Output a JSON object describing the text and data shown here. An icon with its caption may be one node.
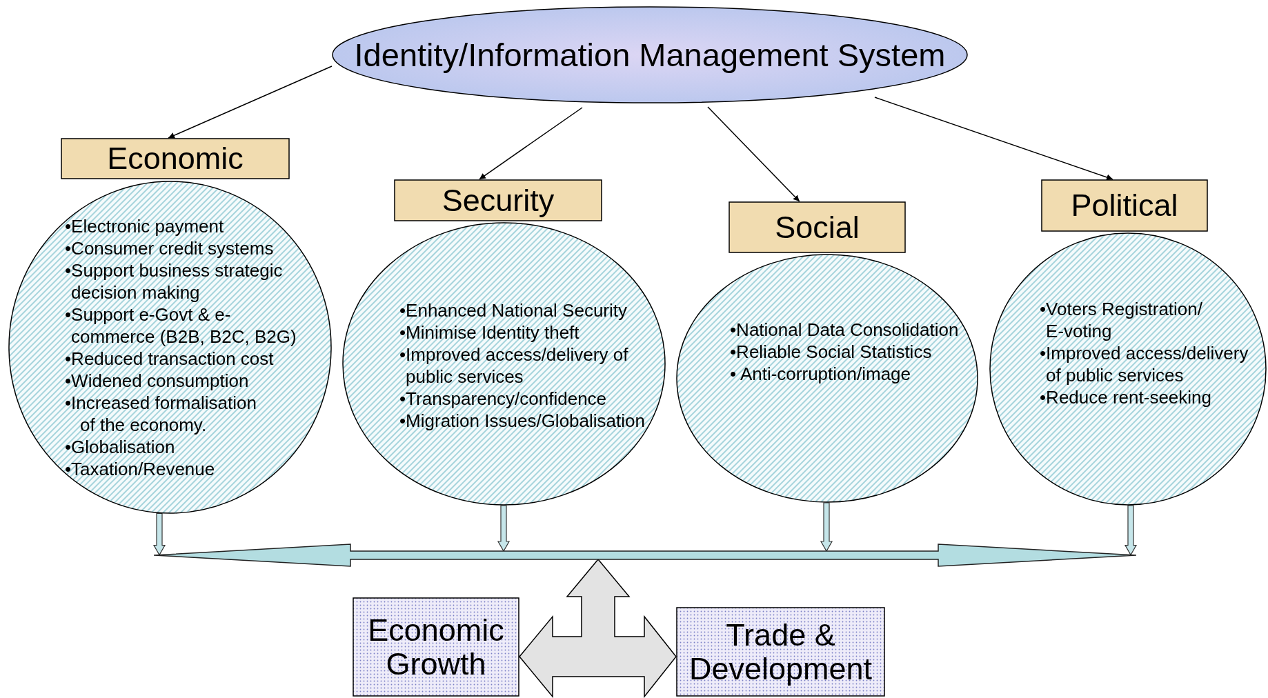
{
  "diagram": {
    "nodes": [
      {
        "text": [
          "Identity/Information Management System"
        ]
      },
      {
        "text": [
          "Economic"
        ]
      },
      {
        "text": [
          "•Electronic payment",
          "•Consumer credit systems",
          "•Support business strategic decision making",
          "•Support e-Govt & e- commerce (B2B, B2C, B2G)",
          "•Reduced transaction cost",
          "•Widened consumption",
          "•Increased formalisation",
          "of the economy.",
          "•Globalisation",
          "•Taxation/Revenue"
        ]
      },
      {
        "text": [
          "Security"
        ]
      },
      {
        "text": [
          "•Enhanced National Security",
          "•Minimise Identity theft",
          "•Improved access/delivery of public services",
          "•Transparency/confidence",
          "•Migration Issues/Globalisation"
        ]
      },
      {
        "text": [
          "Social"
        ]
      },
      {
        "text": [
          "•National Data Consolidation",
          "•Reliable Social Statistics",
          "• Anti-corruption/image"
        ]
      },
      {
        "text": [
          "Political"
        ]
      },
      {
        "text": [
          "•Voters Registration/ E-voting",
          "•Improved access/delivery of public services",
          "•Reduce rent-seeking"
        ]
      },
      {
        "text": [],
        "shape": "bar"
      },
      {
        "text": [
          "Economic Growth"
        ]
      },
      {
        "text": [
          "Trade & Development"
        ]
      }
    ],
    "edges": [
      {
        "from": 0,
        "to": 1,
        "arrow": "to"
      },
      {
        "from": 0,
        "to": 3,
        "arrow": "to"
      },
      {
        "from": 0,
        "to": 5,
        "arrow": "to"
      },
      {
        "from": 0,
        "to": 7,
        "arrow": "to"
      },
      {
        "from": 2,
        "to": 9,
        "arrow": "to"
      },
      {
        "from": 4,
        "to": 9,
        "arrow": "to"
      },
      {
        "from": 6,
        "to": 9,
        "arrow": "to"
      },
      {
        "from": 8,
        "to": 9,
        "arrow": "to"
      },
      {
        "from": 9,
        "to": 10,
        "arrow": "both"
      },
      {
        "from": 9,
        "to": 11,
        "arrow": "both"
      }
    ]
  }
}
